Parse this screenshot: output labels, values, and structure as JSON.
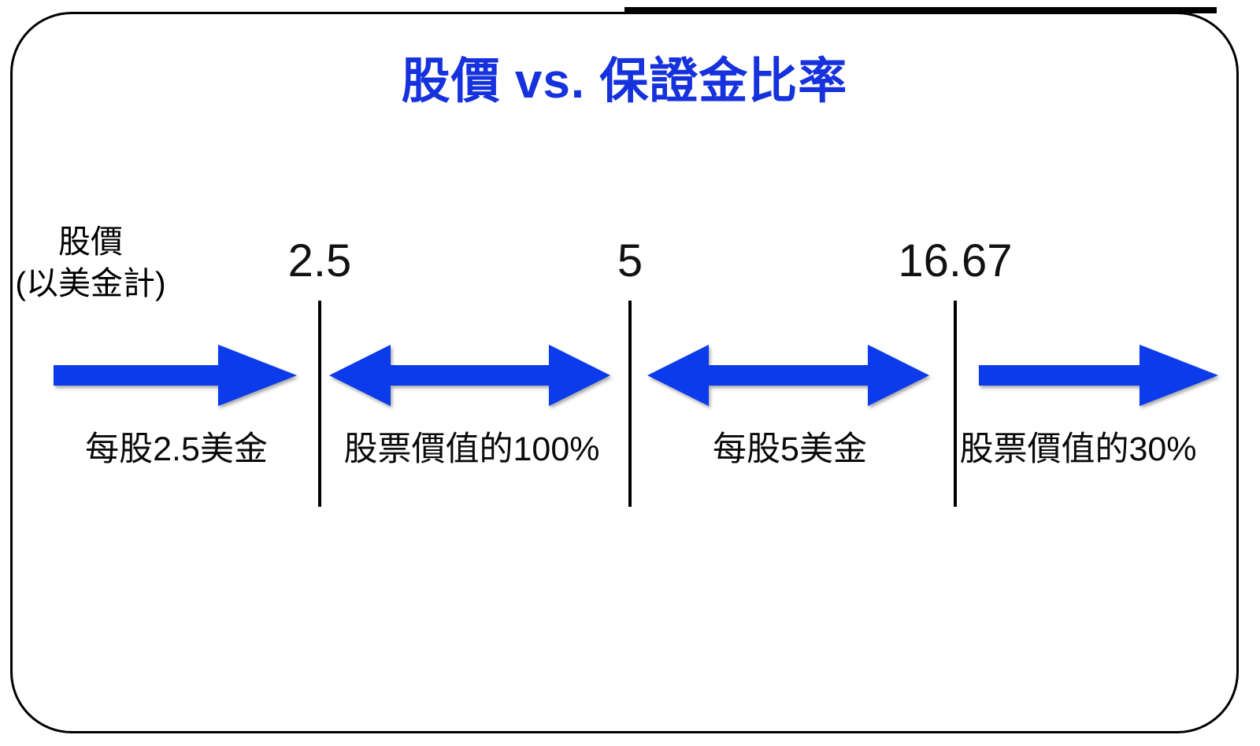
{
  "title": "股價 vs. 保證金比率",
  "axis": {
    "label_line1": "股價",
    "label_line2": "(以美金計)",
    "ticks": [
      {
        "value": "2.5"
      },
      {
        "value": "5"
      },
      {
        "value": "16.67"
      }
    ]
  },
  "segments": [
    {
      "label": "每股2.5美金",
      "arrow": "right"
    },
    {
      "label": "股票價值的100%",
      "arrow": "double"
    },
    {
      "label": "每股5美金",
      "arrow": "double"
    },
    {
      "label": "股票價值的30%",
      "arrow": "right"
    }
  ],
  "colors": {
    "arrow_blue": "#0c3bec",
    "title_blue": "#1632dd",
    "line_black": "#000000"
  }
}
